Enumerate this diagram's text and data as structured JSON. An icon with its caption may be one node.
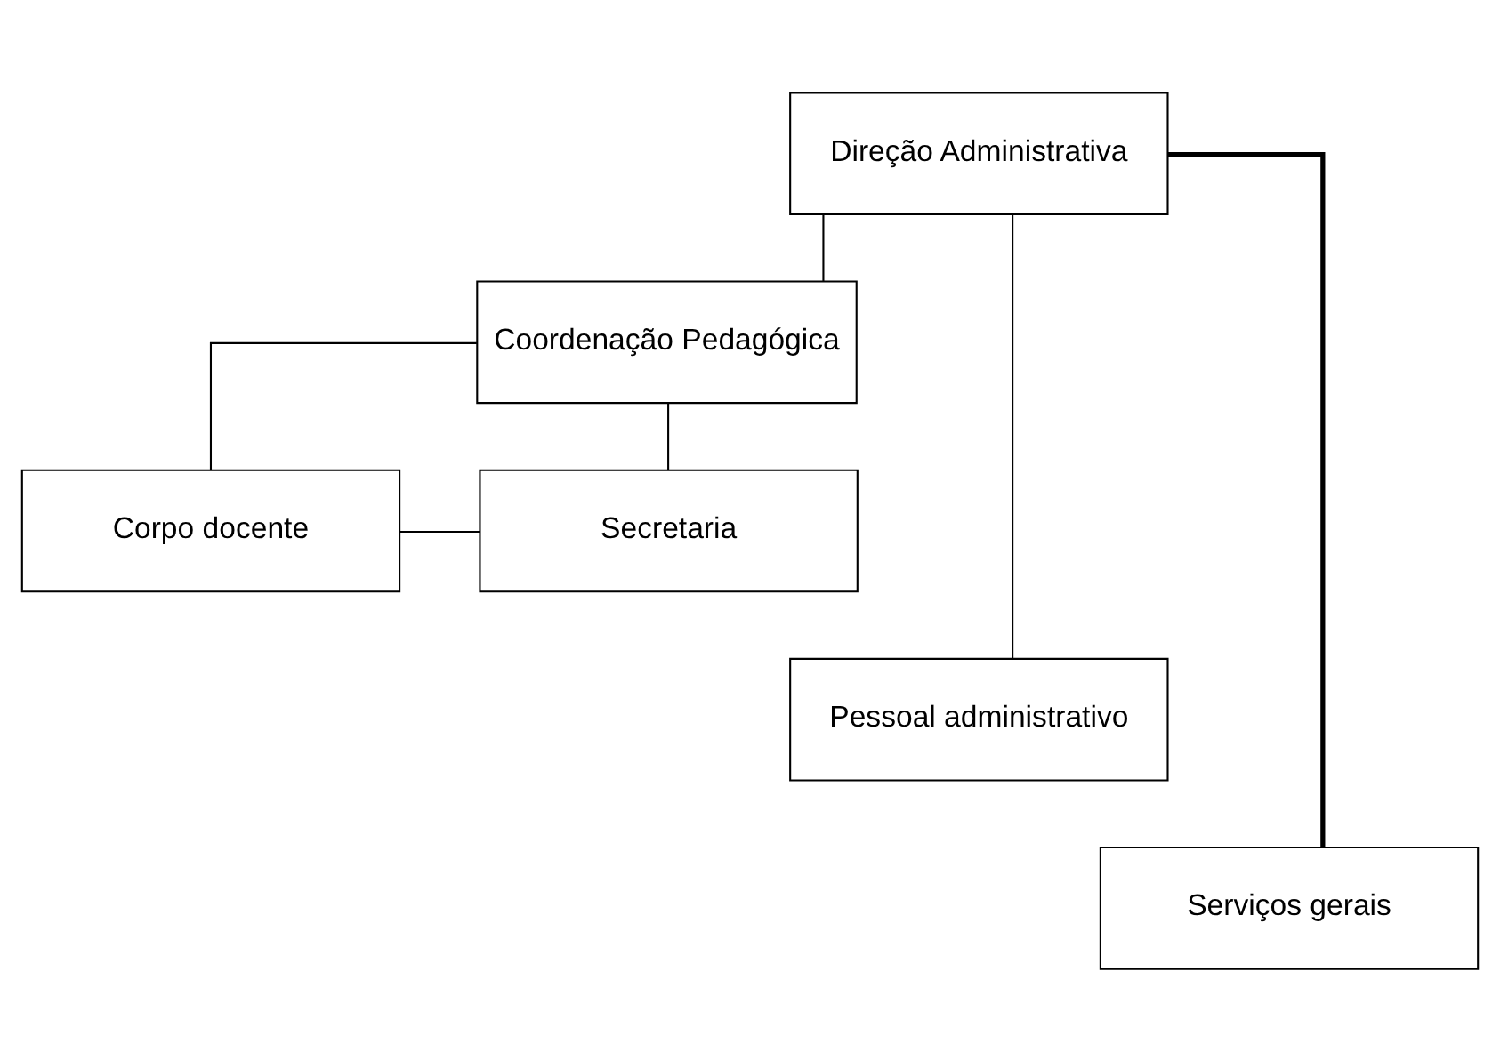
{
  "diagram": {
    "nodes": [
      {
        "text": [
          "Direção Administrativa"
        ]
      },
      {
        "text": [
          "Coordenação Pedagógica"
        ]
      },
      {
        "text": [
          "Corpo docente"
        ]
      },
      {
        "text": [
          "Secretaria"
        ]
      },
      {
        "text": [
          "Pessoal administrativo"
        ]
      },
      {
        "text": [
          "Serviços gerais"
        ]
      }
    ],
    "edges": [
      {
        "from": 0,
        "to": 1,
        "arrow": "none"
      },
      {
        "from": 1,
        "to": 2,
        "arrow": "none"
      },
      {
        "from": 1,
        "to": 3,
        "arrow": "none"
      },
      {
        "from": 2,
        "to": 3,
        "arrow": "none"
      },
      {
        "from": 0,
        "to": 4,
        "arrow": "none"
      },
      {
        "from": 0,
        "to": 5,
        "arrow": "none",
        "style": "thick"
      }
    ]
  }
}
